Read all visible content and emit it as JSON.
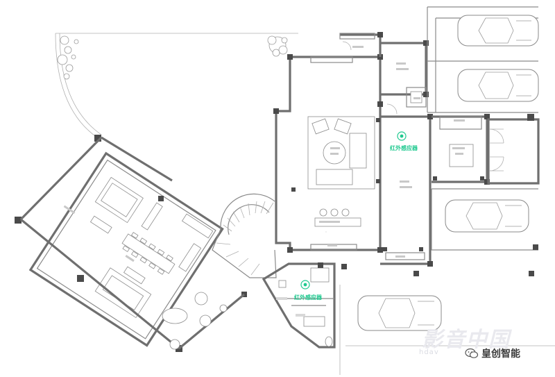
{
  "sensors": [
    {
      "label": "红外感应器"
    },
    {
      "label": "红外感应器"
    }
  ],
  "watermark": {
    "cn": "影音中国",
    "latin": "hdav"
  },
  "brand": {
    "name": "皇创智能",
    "icon": "wechat-icon"
  },
  "colors": {
    "sensor": "#1fc98f",
    "wall": "#6f6f6f",
    "column": "#4a4a4a"
  }
}
